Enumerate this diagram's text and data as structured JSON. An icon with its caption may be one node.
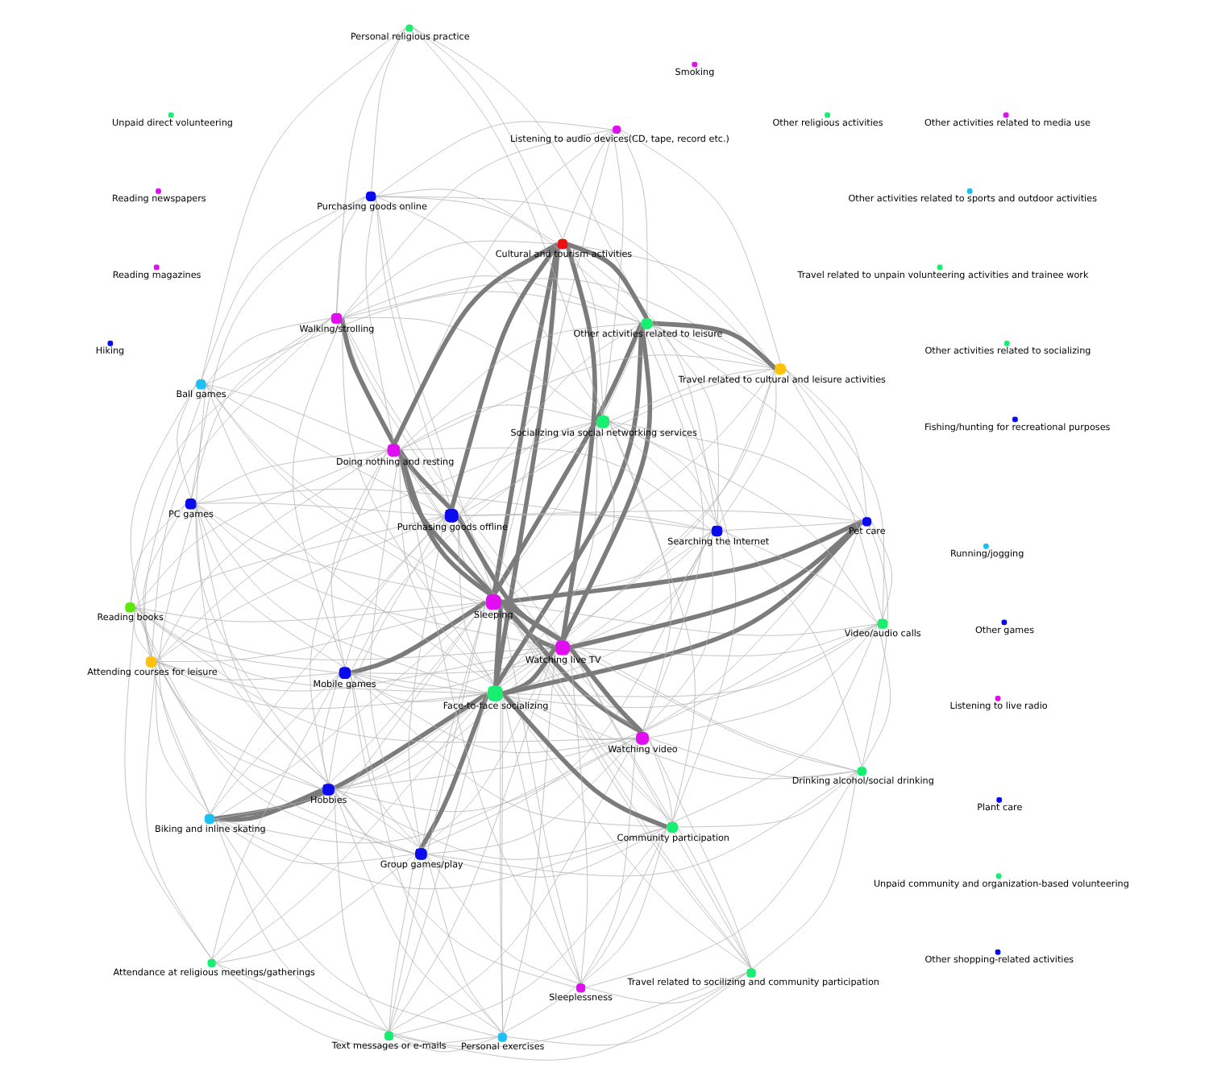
{
  "diagram": {
    "nodes": [
      {
        "text": [
          "Other activities related to sports and outdoor activities"
        ]
      },
      {
        "text": [
          "Hiking"
        ]
      },
      {
        "text": [
          "Plant care"
        ]
      },
      {
        "text": [
          "Other games"
        ]
      },
      {
        "text": [
          "Other shopping-related activities"
        ]
      },
      {
        "text": [
          "Fishing/hunting for recreational purposes"
        ]
      },
      {
        "text": [
          "Biking and inline skating"
        ]
      },
      {
        "text": [
          "Unpaid direct volunteering"
        ]
      },
      {
        "text": [
          "Attendance at religious meetings/gatherings"
        ]
      },
      {
        "text": [
          "Hobbies"
        ]
      },
      {
        "text": [
          "Attending courses for leisure"
        ]
      },
      {
        "text": [
          "Reading books"
        ]
      },
      {
        "text": [
          "Unpaid community and organization-based volunteering"
        ]
      },
      {
        "text": [
          "Group games/play"
        ]
      },
      {
        "text": [
          "PC games"
        ]
      },
      {
        "text": [
          "Other activities related to socializing"
        ]
      },
      {
        "text": [
          "Mobile games"
        ]
      },
      {
        "text": [
          "Personal exercises"
        ]
      },
      {
        "text": [
          "Text messages or e-mails"
        ]
      },
      {
        "text": [
          "Ball games"
        ]
      },
      {
        "text": [
          "Travel related to socilizing and community participation"
        ]
      },
      {
        "text": [
          "Sleeping"
        ]
      },
      {
        "text": [
          "Face-to-face socializing"
        ]
      },
      {
        "text": [
          "Other religious activities"
        ]
      },
      {
        "text": [
          "Walking/strolling"
        ]
      },
      {
        "text": [
          "Purchasing goods offline"
        ]
      },
      {
        "text": [
          "Community participation"
        ]
      },
      {
        "text": [
          "Reading newspapers"
        ]
      },
      {
        "text": [
          "Sleeplessness"
        ]
      },
      {
        "text": [
          "Doing nothing and resting"
        ]
      },
      {
        "text": [
          "Watching live TV"
        ]
      },
      {
        "text": [
          "Purchasing goods online"
        ]
      },
      {
        "text": [
          "Reading magazines"
        ]
      },
      {
        "text": [
          "Watching video"
        ]
      },
      {
        "text": [
          "Drinking alcohol/social drinking"
        ]
      },
      {
        "text": [
          "Listening to audio devices(CD, tape, record etc.)"
        ]
      },
      {
        "text": [
          "Travel related to cultural and leisure activities"
        ]
      },
      {
        "text": [
          "Video/audio calls"
        ]
      },
      {
        "text": [
          "Searching the Internet"
        ]
      },
      {
        "text": [
          "Socializing via social networking services"
        ]
      },
      {
        "text": [
          "Listening to live radio"
        ]
      },
      {
        "text": [
          "Personal religious practice"
        ]
      },
      {
        "text": [
          "Cultural and tourism activities"
        ]
      },
      {
        "text": [
          "Pet care"
        ]
      },
      {
        "text": [
          "Other activities related to media use"
        ]
      },
      {
        "text": [
          "Other activities related to leisure"
        ]
      },
      {
        "text": [
          "Travel related to unpain volunteering activities and trainee work"
        ]
      },
      {
        "text": [
          "Smoking"
        ]
      },
      {
        "text": [
          "Running/jogging"
        ]
      }
    ],
    "edges": [
      {
        "from": 6,
        "to": 9,
        "arrow": "none",
        "style": "thick"
      },
      {
        "from": 6,
        "to": 13,
        "arrow": "none"
      },
      {
        "from": 6,
        "to": 16,
        "arrow": "none"
      },
      {
        "from": 6,
        "to": 21,
        "arrow": "none"
      },
      {
        "from": 6,
        "to": 22,
        "arrow": "none",
        "style": "thick"
      },
      {
        "from": 6,
        "to": 25,
        "arrow": "none"
      },
      {
        "from": 6,
        "to": 30,
        "arrow": "none"
      },
      {
        "from": 6,
        "to": 33,
        "arrow": "none"
      },
      {
        "from": 6,
        "to": 17,
        "arrow": "none"
      },
      {
        "from": 6,
        "to": 14,
        "arrow": "none"
      },
      {
        "from": 6,
        "to": 10,
        "arrow": "none"
      },
      {
        "from": 6,
        "to": 19,
        "arrow": "none"
      },
      {
        "from": 6,
        "to": 18,
        "arrow": "none"
      },
      {
        "from": 6,
        "to": 26,
        "arrow": "none"
      },
      {
        "from": 8,
        "to": 10,
        "arrow": "none"
      },
      {
        "from": 8,
        "to": 11,
        "arrow": "none"
      },
      {
        "from": 8,
        "to": 13,
        "arrow": "none"
      },
      {
        "from": 8,
        "to": 16,
        "arrow": "none"
      },
      {
        "from": 8,
        "to": 21,
        "arrow": "none"
      },
      {
        "from": 8,
        "to": 22,
        "arrow": "none"
      },
      {
        "from": 8,
        "to": 20,
        "arrow": "none"
      },
      {
        "from": 8,
        "to": 17,
        "arrow": "none"
      },
      {
        "from": 9,
        "to": 10,
        "arrow": "none"
      },
      {
        "from": 9,
        "to": 11,
        "arrow": "none"
      },
      {
        "from": 9,
        "to": 13,
        "arrow": "none"
      },
      {
        "from": 9,
        "to": 16,
        "arrow": "none"
      },
      {
        "from": 9,
        "to": 17,
        "arrow": "none"
      },
      {
        "from": 9,
        "to": 18,
        "arrow": "none"
      },
      {
        "from": 9,
        "to": 21,
        "arrow": "none"
      },
      {
        "from": 9,
        "to": 22,
        "arrow": "none"
      },
      {
        "from": 9,
        "to": 25,
        "arrow": "none"
      },
      {
        "from": 9,
        "to": 29,
        "arrow": "none"
      },
      {
        "from": 9,
        "to": 30,
        "arrow": "none"
      },
      {
        "from": 9,
        "to": 26,
        "arrow": "none"
      },
      {
        "from": 9,
        "to": 33,
        "arrow": "none"
      },
      {
        "from": 9,
        "to": 19,
        "arrow": "none"
      },
      {
        "from": 9,
        "to": 14,
        "arrow": "none"
      },
      {
        "from": 9,
        "to": 28,
        "arrow": "none"
      },
      {
        "from": 9,
        "to": 43,
        "arrow": "none"
      },
      {
        "from": 10,
        "to": 14,
        "arrow": "none"
      },
      {
        "from": 10,
        "to": 19,
        "arrow": "none"
      },
      {
        "from": 10,
        "to": 21,
        "arrow": "none"
      },
      {
        "from": 10,
        "to": 22,
        "arrow": "none"
      },
      {
        "from": 10,
        "to": 25,
        "arrow": "none"
      },
      {
        "from": 10,
        "to": 13,
        "arrow": "none"
      },
      {
        "from": 10,
        "to": 16,
        "arrow": "none"
      },
      {
        "from": 10,
        "to": 29,
        "arrow": "none"
      },
      {
        "from": 10,
        "to": 30,
        "arrow": "none"
      },
      {
        "from": 10,
        "to": 11,
        "arrow": "none"
      },
      {
        "from": 10,
        "to": 24,
        "arrow": "none"
      },
      {
        "from": 10,
        "to": 39,
        "arrow": "none"
      },
      {
        "from": 11,
        "to": 14,
        "arrow": "none"
      },
      {
        "from": 11,
        "to": 21,
        "arrow": "none"
      },
      {
        "from": 11,
        "to": 22,
        "arrow": "none"
      },
      {
        "from": 11,
        "to": 16,
        "arrow": "none"
      },
      {
        "from": 11,
        "to": 13,
        "arrow": "none"
      },
      {
        "from": 11,
        "to": 25,
        "arrow": "none"
      },
      {
        "from": 11,
        "to": 30,
        "arrow": "none"
      },
      {
        "from": 11,
        "to": 29,
        "arrow": "none"
      },
      {
        "from": 11,
        "to": 24,
        "arrow": "none"
      },
      {
        "from": 11,
        "to": 33,
        "arrow": "none"
      },
      {
        "from": 13,
        "to": 14,
        "arrow": "none"
      },
      {
        "from": 13,
        "to": 16,
        "arrow": "none"
      },
      {
        "from": 13,
        "to": 17,
        "arrow": "none"
      },
      {
        "from": 13,
        "to": 18,
        "arrow": "none"
      },
      {
        "from": 13,
        "to": 21,
        "arrow": "none"
      },
      {
        "from": 13,
        "to": 22,
        "arrow": "none",
        "style": "thick"
      },
      {
        "from": 13,
        "to": 25,
        "arrow": "none"
      },
      {
        "from": 13,
        "to": 26,
        "arrow": "none"
      },
      {
        "from": 13,
        "to": 30,
        "arrow": "none"
      },
      {
        "from": 13,
        "to": 33,
        "arrow": "none"
      },
      {
        "from": 13,
        "to": 29,
        "arrow": "none"
      },
      {
        "from": 13,
        "to": 28,
        "arrow": "none"
      },
      {
        "from": 13,
        "to": 34,
        "arrow": "none"
      },
      {
        "from": 13,
        "to": 38,
        "arrow": "none"
      },
      {
        "from": 14,
        "to": 16,
        "arrow": "none"
      },
      {
        "from": 14,
        "to": 19,
        "arrow": "none"
      },
      {
        "from": 14,
        "to": 21,
        "arrow": "none"
      },
      {
        "from": 14,
        "to": 22,
        "arrow": "none"
      },
      {
        "from": 14,
        "to": 24,
        "arrow": "none"
      },
      {
        "from": 14,
        "to": 25,
        "arrow": "none"
      },
      {
        "from": 14,
        "to": 29,
        "arrow": "none"
      },
      {
        "from": 14,
        "to": 30,
        "arrow": "none"
      },
      {
        "from": 14,
        "to": 31,
        "arrow": "none"
      },
      {
        "from": 14,
        "to": 38,
        "arrow": "none"
      },
      {
        "from": 16,
        "to": 17,
        "arrow": "none"
      },
      {
        "from": 16,
        "to": 21,
        "arrow": "none",
        "style": "thick"
      },
      {
        "from": 16,
        "to": 22,
        "arrow": "none"
      },
      {
        "from": 16,
        "to": 25,
        "arrow": "none"
      },
      {
        "from": 16,
        "to": 26,
        "arrow": "none"
      },
      {
        "from": 16,
        "to": 29,
        "arrow": "none"
      },
      {
        "from": 16,
        "to": 30,
        "arrow": "none"
      },
      {
        "from": 16,
        "to": 33,
        "arrow": "none"
      },
      {
        "from": 16,
        "to": 37,
        "arrow": "none"
      },
      {
        "from": 16,
        "to": 38,
        "arrow": "none"
      },
      {
        "from": 16,
        "to": 39,
        "arrow": "none"
      },
      {
        "from": 16,
        "to": 24,
        "arrow": "none"
      },
      {
        "from": 17,
        "to": 21,
        "arrow": "none"
      },
      {
        "from": 17,
        "to": 22,
        "arrow": "none"
      },
      {
        "from": 17,
        "to": 26,
        "arrow": "none"
      },
      {
        "from": 17,
        "to": 30,
        "arrow": "none"
      },
      {
        "from": 17,
        "to": 20,
        "arrow": "none"
      },
      {
        "from": 17,
        "to": 18,
        "arrow": "none"
      },
      {
        "from": 18,
        "to": 21,
        "arrow": "none"
      },
      {
        "from": 18,
        "to": 22,
        "arrow": "none"
      },
      {
        "from": 18,
        "to": 20,
        "arrow": "none"
      },
      {
        "from": 18,
        "to": 26,
        "arrow": "none"
      },
      {
        "from": 18,
        "to": 30,
        "arrow": "none"
      },
      {
        "from": 18,
        "to": 33,
        "arrow": "none"
      },
      {
        "from": 19,
        "to": 21,
        "arrow": "none"
      },
      {
        "from": 19,
        "to": 22,
        "arrow": "none"
      },
      {
        "from": 19,
        "to": 24,
        "arrow": "none"
      },
      {
        "from": 19,
        "to": 25,
        "arrow": "none"
      },
      {
        "from": 19,
        "to": 29,
        "arrow": "none"
      },
      {
        "from": 19,
        "to": 30,
        "arrow": "none"
      },
      {
        "from": 19,
        "to": 31,
        "arrow": "none"
      },
      {
        "from": 19,
        "to": 36,
        "arrow": "none"
      },
      {
        "from": 19,
        "to": 41,
        "arrow": "none"
      },
      {
        "from": 20,
        "to": 22,
        "arrow": "none"
      },
      {
        "from": 20,
        "to": 26,
        "arrow": "none"
      },
      {
        "from": 20,
        "to": 21,
        "arrow": "none"
      },
      {
        "from": 20,
        "to": 30,
        "arrow": "none"
      },
      {
        "from": 20,
        "to": 28,
        "arrow": "none"
      },
      {
        "from": 20,
        "to": 34,
        "arrow": "none"
      },
      {
        "from": 20,
        "to": 25,
        "arrow": "none"
      },
      {
        "from": 20,
        "to": 33,
        "arrow": "none"
      },
      {
        "from": 21,
        "to": 22,
        "arrow": "none",
        "style": "thick"
      },
      {
        "from": 21,
        "to": 24,
        "arrow": "none"
      },
      {
        "from": 21,
        "to": 25,
        "arrow": "none"
      },
      {
        "from": 21,
        "to": 26,
        "arrow": "none"
      },
      {
        "from": 21,
        "to": 28,
        "arrow": "none"
      },
      {
        "from": 21,
        "to": 29,
        "arrow": "none",
        "style": "thick"
      },
      {
        "from": 21,
        "to": 30,
        "arrow": "none",
        "style": "thick"
      },
      {
        "from": 21,
        "to": 33,
        "arrow": "none",
        "style": "thick"
      },
      {
        "from": 21,
        "to": 34,
        "arrow": "none"
      },
      {
        "from": 21,
        "to": 35,
        "arrow": "none"
      },
      {
        "from": 21,
        "to": 36,
        "arrow": "none"
      },
      {
        "from": 21,
        "to": 37,
        "arrow": "none"
      },
      {
        "from": 21,
        "to": 38,
        "arrow": "none"
      },
      {
        "from": 21,
        "to": 39,
        "arrow": "none"
      },
      {
        "from": 21,
        "to": 42,
        "arrow": "none",
        "style": "thick"
      },
      {
        "from": 21,
        "to": 43,
        "arrow": "none",
        "style": "thick"
      },
      {
        "from": 21,
        "to": 45,
        "arrow": "none",
        "style": "thick"
      },
      {
        "from": 21,
        "to": 31,
        "arrow": "none"
      },
      {
        "from": 22,
        "to": 24,
        "arrow": "none"
      },
      {
        "from": 22,
        "to": 25,
        "arrow": "none"
      },
      {
        "from": 22,
        "to": 26,
        "arrow": "none",
        "style": "thick"
      },
      {
        "from": 22,
        "to": 28,
        "arrow": "none"
      },
      {
        "from": 22,
        "to": 29,
        "arrow": "none"
      },
      {
        "from": 22,
        "to": 30,
        "arrow": "none",
        "style": "thick"
      },
      {
        "from": 22,
        "to": 33,
        "arrow": "none"
      },
      {
        "from": 22,
        "to": 34,
        "arrow": "none"
      },
      {
        "from": 22,
        "to": 36,
        "arrow": "none"
      },
      {
        "from": 22,
        "to": 37,
        "arrow": "none"
      },
      {
        "from": 22,
        "to": 38,
        "arrow": "none"
      },
      {
        "from": 22,
        "to": 39,
        "arrow": "none"
      },
      {
        "from": 22,
        "to": 42,
        "arrow": "none",
        "style": "thick"
      },
      {
        "from": 22,
        "to": 43,
        "arrow": "none",
        "style": "thick"
      },
      {
        "from": 22,
        "to": 45,
        "arrow": "none",
        "style": "thick"
      },
      {
        "from": 24,
        "to": 25,
        "arrow": "none"
      },
      {
        "from": 24,
        "to": 29,
        "arrow": "none",
        "style": "thick"
      },
      {
        "from": 24,
        "to": 30,
        "arrow": "none"
      },
      {
        "from": 24,
        "to": 31,
        "arrow": "none"
      },
      {
        "from": 24,
        "to": 35,
        "arrow": "none"
      },
      {
        "from": 24,
        "to": 36,
        "arrow": "none"
      },
      {
        "from": 24,
        "to": 39,
        "arrow": "none"
      },
      {
        "from": 24,
        "to": 41,
        "arrow": "none"
      },
      {
        "from": 24,
        "to": 42,
        "arrow": "none"
      },
      {
        "from": 24,
        "to": 45,
        "arrow": "none"
      },
      {
        "from": 25,
        "to": 26,
        "arrow": "none"
      },
      {
        "from": 25,
        "to": 29,
        "arrow": "none",
        "style": "thick"
      },
      {
        "from": 25,
        "to": 30,
        "arrow": "none",
        "style": "thick"
      },
      {
        "from": 25,
        "to": 31,
        "arrow": "none"
      },
      {
        "from": 25,
        "to": 33,
        "arrow": "none"
      },
      {
        "from": 25,
        "to": 36,
        "arrow": "none"
      },
      {
        "from": 25,
        "to": 38,
        "arrow": "none"
      },
      {
        "from": 25,
        "to": 39,
        "arrow": "none"
      },
      {
        "from": 25,
        "to": 42,
        "arrow": "none",
        "style": "thick"
      },
      {
        "from": 25,
        "to": 45,
        "arrow": "none"
      },
      {
        "from": 25,
        "to": 43,
        "arrow": "none"
      },
      {
        "from": 26,
        "to": 28,
        "arrow": "none"
      },
      {
        "from": 26,
        "to": 30,
        "arrow": "none"
      },
      {
        "from": 26,
        "to": 33,
        "arrow": "none"
      },
      {
        "from": 26,
        "to": 34,
        "arrow": "none"
      },
      {
        "from": 26,
        "to": 37,
        "arrow": "none"
      },
      {
        "from": 26,
        "to": 39,
        "arrow": "none"
      },
      {
        "from": 26,
        "to": 45,
        "arrow": "none"
      },
      {
        "from": 28,
        "to": 30,
        "arrow": "none"
      },
      {
        "from": 28,
        "to": 33,
        "arrow": "none"
      },
      {
        "from": 28,
        "to": 34,
        "arrow": "none"
      },
      {
        "from": 28,
        "to": 29,
        "arrow": "none"
      },
      {
        "from": 29,
        "to": 30,
        "arrow": "none",
        "style": "thick"
      },
      {
        "from": 29,
        "to": 31,
        "arrow": "none"
      },
      {
        "from": 29,
        "to": 33,
        "arrow": "none"
      },
      {
        "from": 29,
        "to": 35,
        "arrow": "none"
      },
      {
        "from": 29,
        "to": 36,
        "arrow": "none"
      },
      {
        "from": 29,
        "to": 38,
        "arrow": "none"
      },
      {
        "from": 29,
        "to": 39,
        "arrow": "none"
      },
      {
        "from": 29,
        "to": 42,
        "arrow": "none",
        "style": "thick"
      },
      {
        "from": 29,
        "to": 45,
        "arrow": "none"
      },
      {
        "from": 30,
        "to": 33,
        "arrow": "none",
        "style": "thick"
      },
      {
        "from": 30,
        "to": 34,
        "arrow": "none"
      },
      {
        "from": 30,
        "to": 36,
        "arrow": "none"
      },
      {
        "from": 30,
        "to": 37,
        "arrow": "none"
      },
      {
        "from": 30,
        "to": 38,
        "arrow": "none"
      },
      {
        "from": 30,
        "to": 39,
        "arrow": "none"
      },
      {
        "from": 30,
        "to": 42,
        "arrow": "none",
        "style": "thick"
      },
      {
        "from": 30,
        "to": 43,
        "arrow": "none",
        "style": "thick"
      },
      {
        "from": 30,
        "to": 45,
        "arrow": "none",
        "style": "thick"
      },
      {
        "from": 31,
        "to": 35,
        "arrow": "none"
      },
      {
        "from": 31,
        "to": 36,
        "arrow": "none"
      },
      {
        "from": 31,
        "to": 41,
        "arrow": "none"
      },
      {
        "from": 31,
        "to": 42,
        "arrow": "none"
      },
      {
        "from": 31,
        "to": 45,
        "arrow": "none"
      },
      {
        "from": 31,
        "to": 39,
        "arrow": "none"
      },
      {
        "from": 33,
        "to": 34,
        "arrow": "none"
      },
      {
        "from": 33,
        "to": 37,
        "arrow": "none"
      },
      {
        "from": 33,
        "to": 38,
        "arrow": "none"
      },
      {
        "from": 33,
        "to": 39,
        "arrow": "none"
      },
      {
        "from": 33,
        "to": 43,
        "arrow": "none"
      },
      {
        "from": 33,
        "to": 45,
        "arrow": "none"
      },
      {
        "from": 34,
        "to": 37,
        "arrow": "none"
      },
      {
        "from": 34,
        "to": 36,
        "arrow": "none"
      },
      {
        "from": 34,
        "to": 39,
        "arrow": "none"
      },
      {
        "from": 35,
        "to": 36,
        "arrow": "none"
      },
      {
        "from": 35,
        "to": 39,
        "arrow": "none"
      },
      {
        "from": 35,
        "to": 42,
        "arrow": "none"
      },
      {
        "from": 35,
        "to": 45,
        "arrow": "none"
      },
      {
        "from": 36,
        "to": 37,
        "arrow": "none"
      },
      {
        "from": 36,
        "to": 38,
        "arrow": "none"
      },
      {
        "from": 36,
        "to": 39,
        "arrow": "none"
      },
      {
        "from": 36,
        "to": 42,
        "arrow": "none"
      },
      {
        "from": 36,
        "to": 45,
        "arrow": "none",
        "style": "thick"
      },
      {
        "from": 36,
        "to": 43,
        "arrow": "none"
      },
      {
        "from": 37,
        "to": 38,
        "arrow": "none"
      },
      {
        "from": 37,
        "to": 39,
        "arrow": "none"
      },
      {
        "from": 37,
        "to": 43,
        "arrow": "none"
      },
      {
        "from": 37,
        "to": 45,
        "arrow": "none"
      },
      {
        "from": 38,
        "to": 39,
        "arrow": "none"
      },
      {
        "from": 38,
        "to": 42,
        "arrow": "none"
      },
      {
        "from": 38,
        "to": 45,
        "arrow": "none"
      },
      {
        "from": 38,
        "to": 43,
        "arrow": "none"
      },
      {
        "from": 39,
        "to": 41,
        "arrow": "none"
      },
      {
        "from": 39,
        "to": 42,
        "arrow": "none"
      },
      {
        "from": 39,
        "to": 45,
        "arrow": "none"
      },
      {
        "from": 39,
        "to": 43,
        "arrow": "none"
      },
      {
        "from": 41,
        "to": 42,
        "arrow": "none"
      },
      {
        "from": 41,
        "to": 45,
        "arrow": "none"
      },
      {
        "from": 42,
        "to": 45,
        "arrow": "none",
        "style": "thick"
      }
    ]
  }
}
